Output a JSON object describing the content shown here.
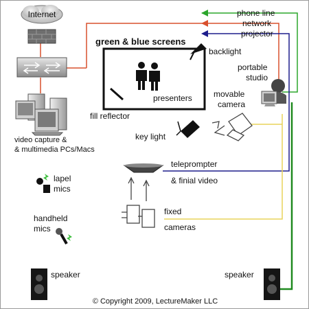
{
  "labels": {
    "internet": "Internet",
    "phone_line": "phone line",
    "network": "network",
    "projector": "projector",
    "screens": "green & blue screens",
    "backlight": "backlight",
    "portable": "portable",
    "studio": "studio",
    "presenters": "presenters",
    "movable": "movable",
    "camera": "camera",
    "fill_reflector": "fill reflector",
    "key_light": "key light",
    "video_capture_1": "video capture &",
    "video_capture_2": "& multimedia PCs/Macs",
    "lapel": "lapel",
    "lapel_mics": "mics",
    "teleprompter": "teleprompter",
    "final_video": "& finial video",
    "fixed": "fixed",
    "cameras": "cameras",
    "handheld": "handheld",
    "handheld_mics": "mics",
    "speaker_left": "speaker",
    "speaker_right": "speaker",
    "copyright": "© Copyright 2009, LectureMaker LLC"
  },
  "colors": {
    "phone_line": "#2aa52a",
    "network": "#d9502d",
    "projector": "#1d1d8c",
    "camera_feed": "#e8d35a",
    "speaker_wire": "#1f8a1f",
    "mic_signal": "#3fbf3f"
  }
}
